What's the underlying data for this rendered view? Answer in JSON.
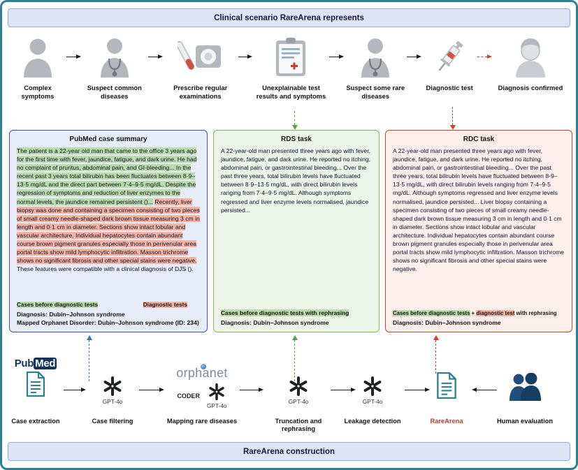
{
  "banners": {
    "top": "Clinical scenario RareArena represents",
    "bottom": "RareArena construction"
  },
  "top_flow": {
    "steps": [
      {
        "label": "Complex symptoms",
        "icon": "person-icon"
      },
      {
        "label": "Suspect common diseases",
        "icon": "doctor-icon"
      },
      {
        "label": "Prescribe regular examinations",
        "icon": "medical-equipment-icon"
      },
      {
        "label": "Unexplainable test results and symptoms",
        "icon": "test-results-clipboard-icon"
      },
      {
        "label": "Suspect some rare diseases",
        "icon": "doctor-icon"
      },
      {
        "label": "Diagnostic test",
        "icon": "syringe-icon"
      },
      {
        "label": "Diagnosis confirmed",
        "icon": "patient-cap-icon"
      }
    ]
  },
  "panels": {
    "pubmed": {
      "title": "PubMed case summary",
      "text_green": "The patient is a 22-year old man that came to the office 3 years ago for the first time with fever, jaundice, fatigue, and dark urine. He had no complaint of pruritus, abdominal pain, and GI-bleeding... In the recent past 3 years total bilirubin has been fluctuates between 8·9–13·5 mg/dL and the direct part between 7·4–9·5 mg/dL. Despite the regression of symptoms and reduction of liver enzymes to the normal levels, the jaundice remained persistent ()...",
      "text_red": "Recently, liver biopsy was done and containing a specimen consisting of two pieces of small creamy needle-shaped dark brown tissue measuring 3 cm in length and 0·1 cm in diameter. Sections show intact lobular and vascular architecture. Individual hepatocytes contain abundant course brown pigment granules especially those in perivenular area portal tracts show mild lymphocytic infiltration. Masson trichrome shows no significant fibrosis and other special stains were negative.",
      "text_plain": "These features were compatible with a clinical diagnosis of DJS ().",
      "legend_green": "Cases before diagnostic tests",
      "legend_red": "Diagnostic tests",
      "diagnosis": "Diagnosis: Dubin–Johnson syndrome",
      "mapped": "Mapped Orphanet Disorder: Dubin–Johnson syndrome (ID: 234)"
    },
    "rds": {
      "title": "RDS task",
      "text": "A 22-year-old man presented three years ago with fever, jaundice, fatigue, and dark urine. He reported no itching, abdominal pain, or gastrointestinal bleeding... Over the past three years, total bilirubin levels have fluctuated between 8·9–13·5 mg/dL, with direct bilirubin levels ranging from 7·4–9·5 mg/dL. Although symptoms regressed and liver enzyme levels normalised, jaundice persisted...",
      "legend": "Cases before diagnostic tests with rephrasing",
      "diagnosis": "Diagnosis: Dubin–Johnson syndrome"
    },
    "rdc": {
      "title": "RDC task",
      "text": "A 22-year-old man presented three years ago with fever, jaundice, fatigue, and dark urine. He reported no itching, abdominal pain, or gastrointestinal bleeding... Over the past three years, total bilirubin levels have fluctuated between 8·9–13·5 mg/dL, with direct bilirubin levels ranging from 7·4–9·5 mg/dL. Although symptoms regressed and liver enzyme levels normalised, jaundice persisted... Liver biopsy containing a specimen consisting of two pieces of small creamy needle-shaped dark brown tissue measuring 3 cm in length and 0·1 cm in diameter. Sections show intact lobular and vascular architecture. Individual hepatocytes contain abundant course brown pigment granules especially those in perivenular area portal tracts show mild lymphocytic infiltration. Masson trichrome shows no significant fibrosis and other special stains were negative.",
      "legend_green": "Cases before diagnostic tests",
      "legend_plus": "+",
      "legend_red": "diagnostic test",
      "legend_suffix": "with rephrasing",
      "diagnosis": "Diagnosis: Dubin–Johnson syndrome"
    }
  },
  "construction": {
    "pubmed_pub": "Pub",
    "pubmed_med": "Med",
    "orphanet": "orphanet",
    "coder": "CODER",
    "steps": [
      {
        "label": "Case extraction"
      },
      {
        "label": "Case filtering",
        "model": "GPT-4o"
      },
      {
        "label": "Mapping rare diseases",
        "model": "GPT-4o"
      },
      {
        "label": "Truncation and rephrasing",
        "model": "GPT-4o"
      },
      {
        "label": "Leakage detection",
        "model": "GPT-4o"
      },
      {
        "label": "RareArena"
      },
      {
        "label": "Human evaluation"
      }
    ]
  },
  "colors": {
    "outer_border": "#2d7f96",
    "banner_bg": "#dde4f4",
    "banner_border": "#94a9d8",
    "pubmed_panel_bg": "#e7ecf8",
    "pubmed_panel_border": "#3a57a7",
    "rds_panel_bg": "#eef5e9",
    "rds_panel_border": "#7cb55e",
    "rdc_panel_bg": "#fdefeb",
    "rdc_panel_border": "#c54531",
    "green_highlight": "#b9dcaa",
    "red_highlight": "#f5b4a3",
    "rarearena_label": "#c0392b",
    "dashed_blue": "#3a6fc4",
    "dashed_green": "#5da03f",
    "dashed_red": "#d0402e",
    "icon_gray": "#b4b8bc",
    "document_teal": "#2a7f93",
    "people_navy": "#1e4e79"
  }
}
